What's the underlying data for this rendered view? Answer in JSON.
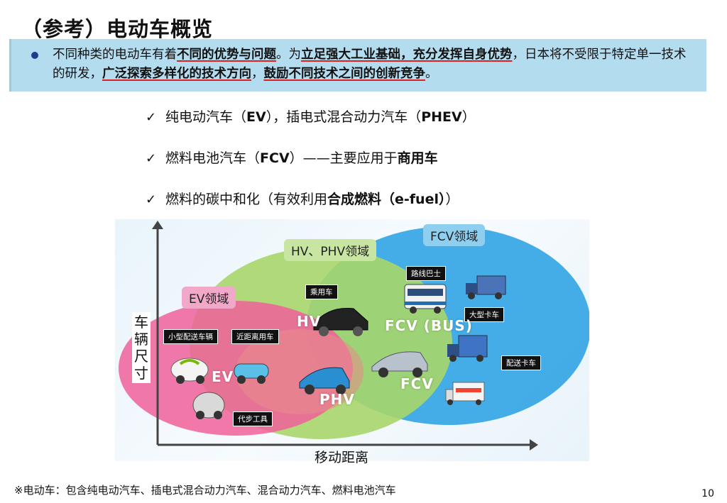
{
  "page": {
    "title": "（参考）电动车概览",
    "page_number": "10"
  },
  "banner": {
    "segments": [
      {
        "text": "不同种类的电动车有着",
        "style": "normal"
      },
      {
        "text": "不同的优势与问题",
        "style": "underline"
      },
      {
        "text": "。为",
        "style": "normal"
      },
      {
        "text": "立足强大工业基础，充分发挥自身优势",
        "style": "underline"
      },
      {
        "text": "，日本将不受限于特定单一技术的研发，",
        "style": "normal"
      },
      {
        "text": "广泛探索多样化的技术方向",
        "style": "underline"
      },
      {
        "text": "，",
        "style": "normal"
      },
      {
        "text": "鼓励不同技术之间的创新竞争",
        "style": "underline"
      },
      {
        "text": "。",
        "style": "normal"
      }
    ]
  },
  "checks": [
    {
      "mark": "✓",
      "text": "纯电动汽车（",
      "bold": "EV",
      "text2": "），插电式混合动力汽车（",
      "bold2": "PHEV",
      "text3": "）"
    },
    {
      "mark": "✓",
      "text": "燃料电池汽车（",
      "bold": "FCV",
      "text2": "）——主要应用于",
      "bold2": "商用车",
      "text3": ""
    },
    {
      "mark": "✓",
      "text": "燃料的碳中和化（有效利用",
      "bold": "合成燃料（e-fuel）",
      "text2": "）",
      "bold2": "",
      "text3": ""
    }
  ],
  "diagram": {
    "zones": {
      "ev": "EV领域",
      "hv": "HV、PHV领域",
      "fcv": "FCV领域"
    },
    "colors": {
      "ev": "#f0609a",
      "hv": "#a8d66a",
      "fcv": "#3aa8e6"
    },
    "vehicle_labels": {
      "small_delivery": "小型配送车辆",
      "short_distance": "近距离用车",
      "mobility": "代步工具",
      "passenger": "乘用车",
      "route_bus": "路线巴士",
      "large_truck": "大型卡车",
      "delivery_truck": "配送卡车"
    },
    "overlay_text": {
      "ev": "EV",
      "hv": "HV",
      "phv": "PHV",
      "fcv": "FCV",
      "fcv_bus": "FCV (BUS)"
    },
    "y_axis_label": "车辆尺寸",
    "x_axis_label": "移动距离"
  },
  "footnote": "※电动车：包含纯电动汽车、插电式混合动力汽车、混合动力汽车、燃料电池汽车"
}
